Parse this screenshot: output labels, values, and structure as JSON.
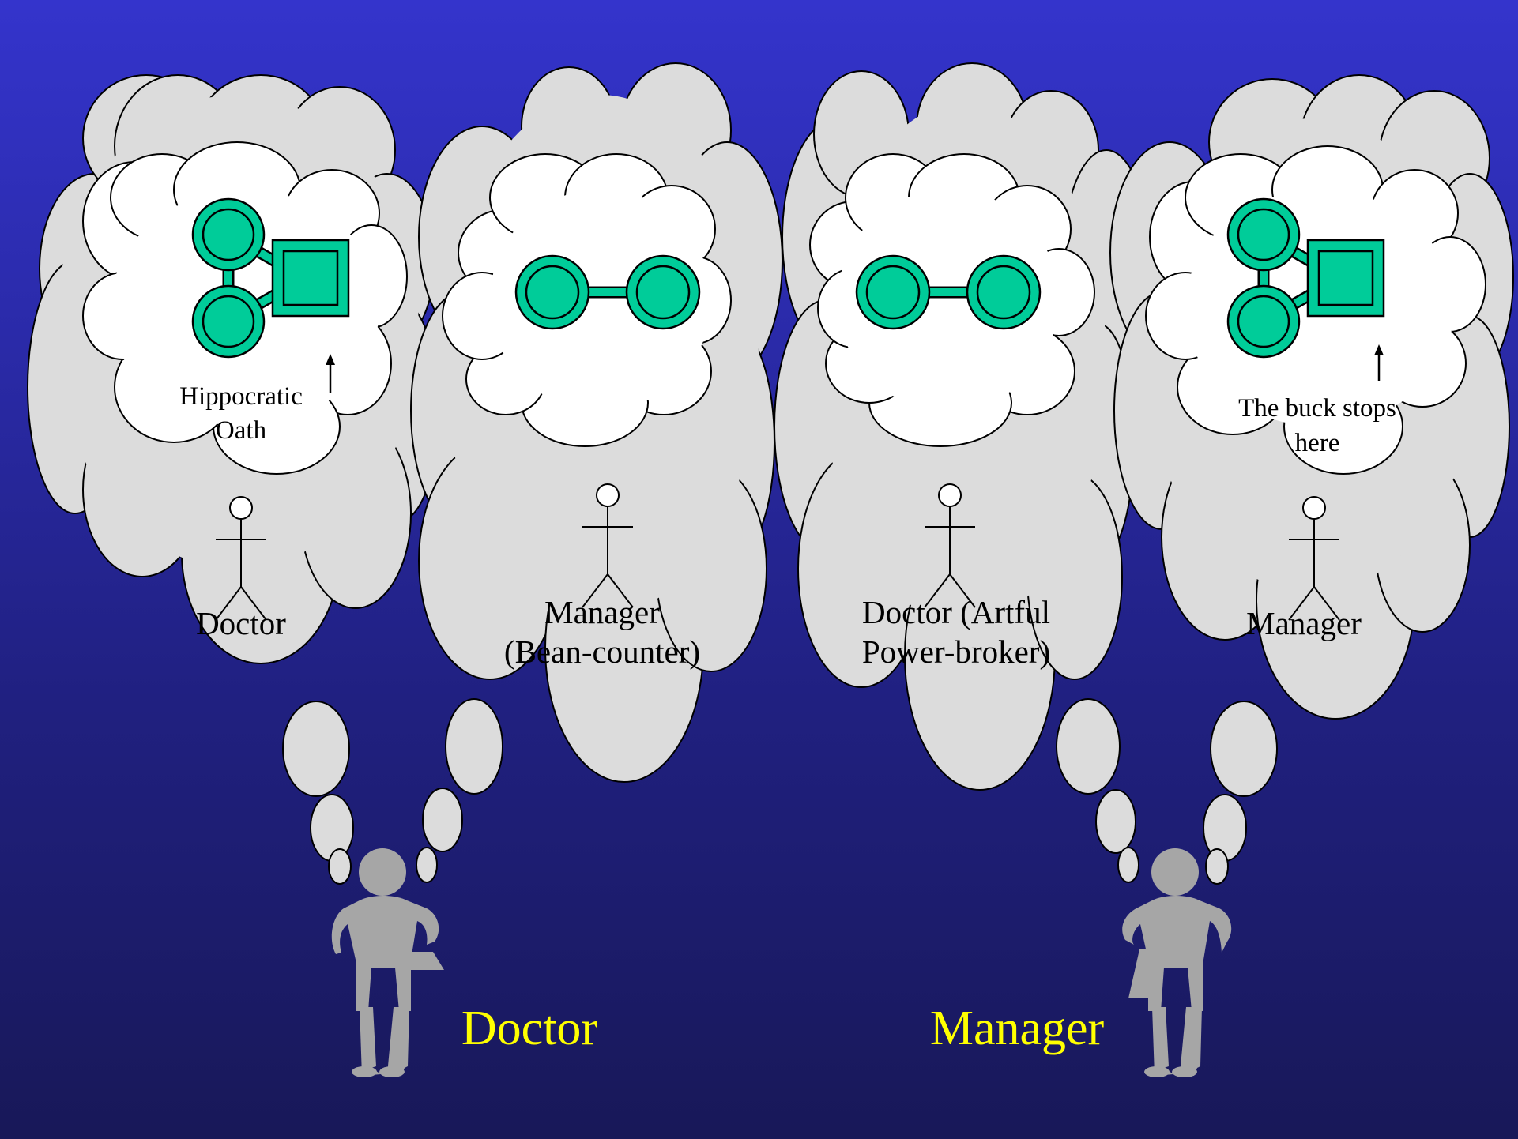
{
  "people": {
    "doctor": "Doctor",
    "manager": "Manager"
  },
  "clouds": {
    "cloud1": {
      "inner_label": "Doctor",
      "caption": [
        "Hippocratic",
        "Oath"
      ],
      "model": "triangle"
    },
    "cloud2": {
      "inner_label": [
        "Manager",
        "(Bean-counter)"
      ],
      "model": "pair"
    },
    "cloud3": {
      "inner_label": [
        "Doctor (Artful",
        "Power-broker)"
      ],
      "model": "pair"
    },
    "cloud4": {
      "inner_label": "Manager",
      "caption": [
        "The buck stops",
        "here"
      ],
      "model": "triangle"
    }
  },
  "colors": {
    "background_top": "#3434cc",
    "background_bottom": "#181858",
    "cloud_outer": "#dcdcdc",
    "cloud_inner": "#ffffff",
    "model_fill": "#00cc99",
    "figure": "#a6a6a6",
    "title_text": "#ffff00"
  }
}
